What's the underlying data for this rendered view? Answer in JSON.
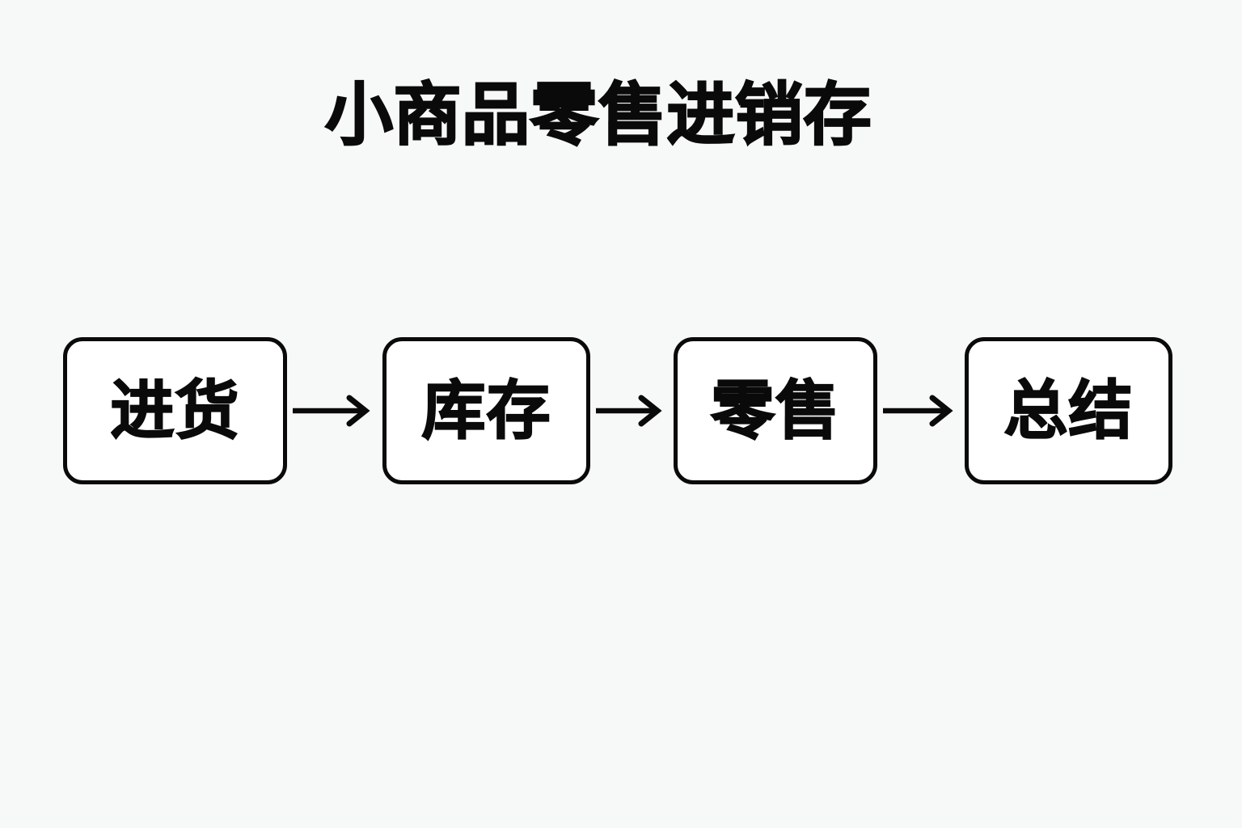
{
  "page": {
    "background_color": "#f7f8f8",
    "text_color": "#0a0a0a",
    "node_fill_color": "#ffffff",
    "node_border_color": "#0a0a0a"
  },
  "header": {
    "title": "小商品零售进销存"
  },
  "flow": {
    "arrow_label": "→",
    "nodes": [
      {
        "label": "进货"
      },
      {
        "label": "库存"
      },
      {
        "label": "零售"
      },
      {
        "label": "总结"
      }
    ],
    "arrows": [
      {
        "from": "进货",
        "to": "库存"
      },
      {
        "from": "库存",
        "to": "零售"
      },
      {
        "from": "零售",
        "to": "总结"
      }
    ]
  }
}
